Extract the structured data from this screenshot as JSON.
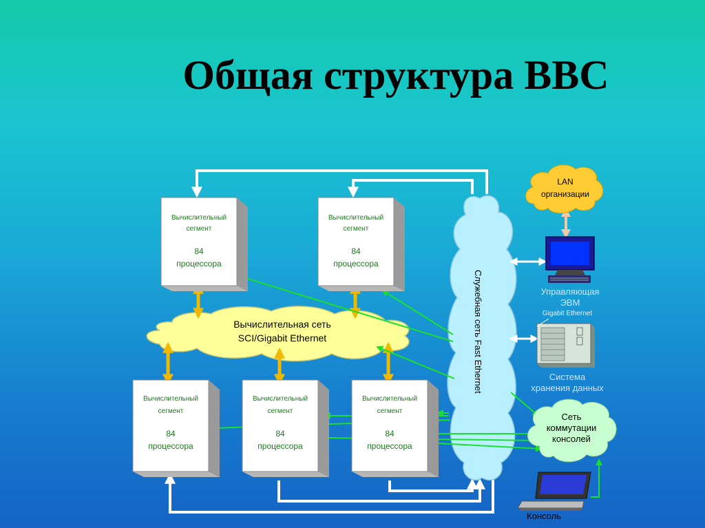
{
  "title": "Общая структура ВВС",
  "segment": {
    "line1": "Вычислительный",
    "line2": "сегмент",
    "count": "84",
    "unit": "процессора"
  },
  "compute_network": {
    "line1": "Вычислительная сеть",
    "line2": "SCI/Gigabit Ethernet"
  },
  "service_network": "Служебная сеть Fast Ethernet",
  "lan": {
    "line1": "LAN",
    "line2": "организации"
  },
  "control_computer": {
    "line1": "Управляющая",
    "line2": "ЭВМ"
  },
  "gigabit_label": "Gigabit Ethernet",
  "storage": {
    "line1": "Система",
    "line2": "хранения данных"
  },
  "console_network": {
    "line1": "Сеть",
    "line2": "коммутации",
    "line3": "консолей"
  },
  "console": "Консоль",
  "colors": {
    "white_arrow": "#ffffff",
    "green_arrow": "#19e02c",
    "orange_arrow": "#f0b800",
    "cloud_yellow": "#ffff99",
    "cloud_blue": "#b8f0ff",
    "cloud_green": "#c8ffd0"
  }
}
